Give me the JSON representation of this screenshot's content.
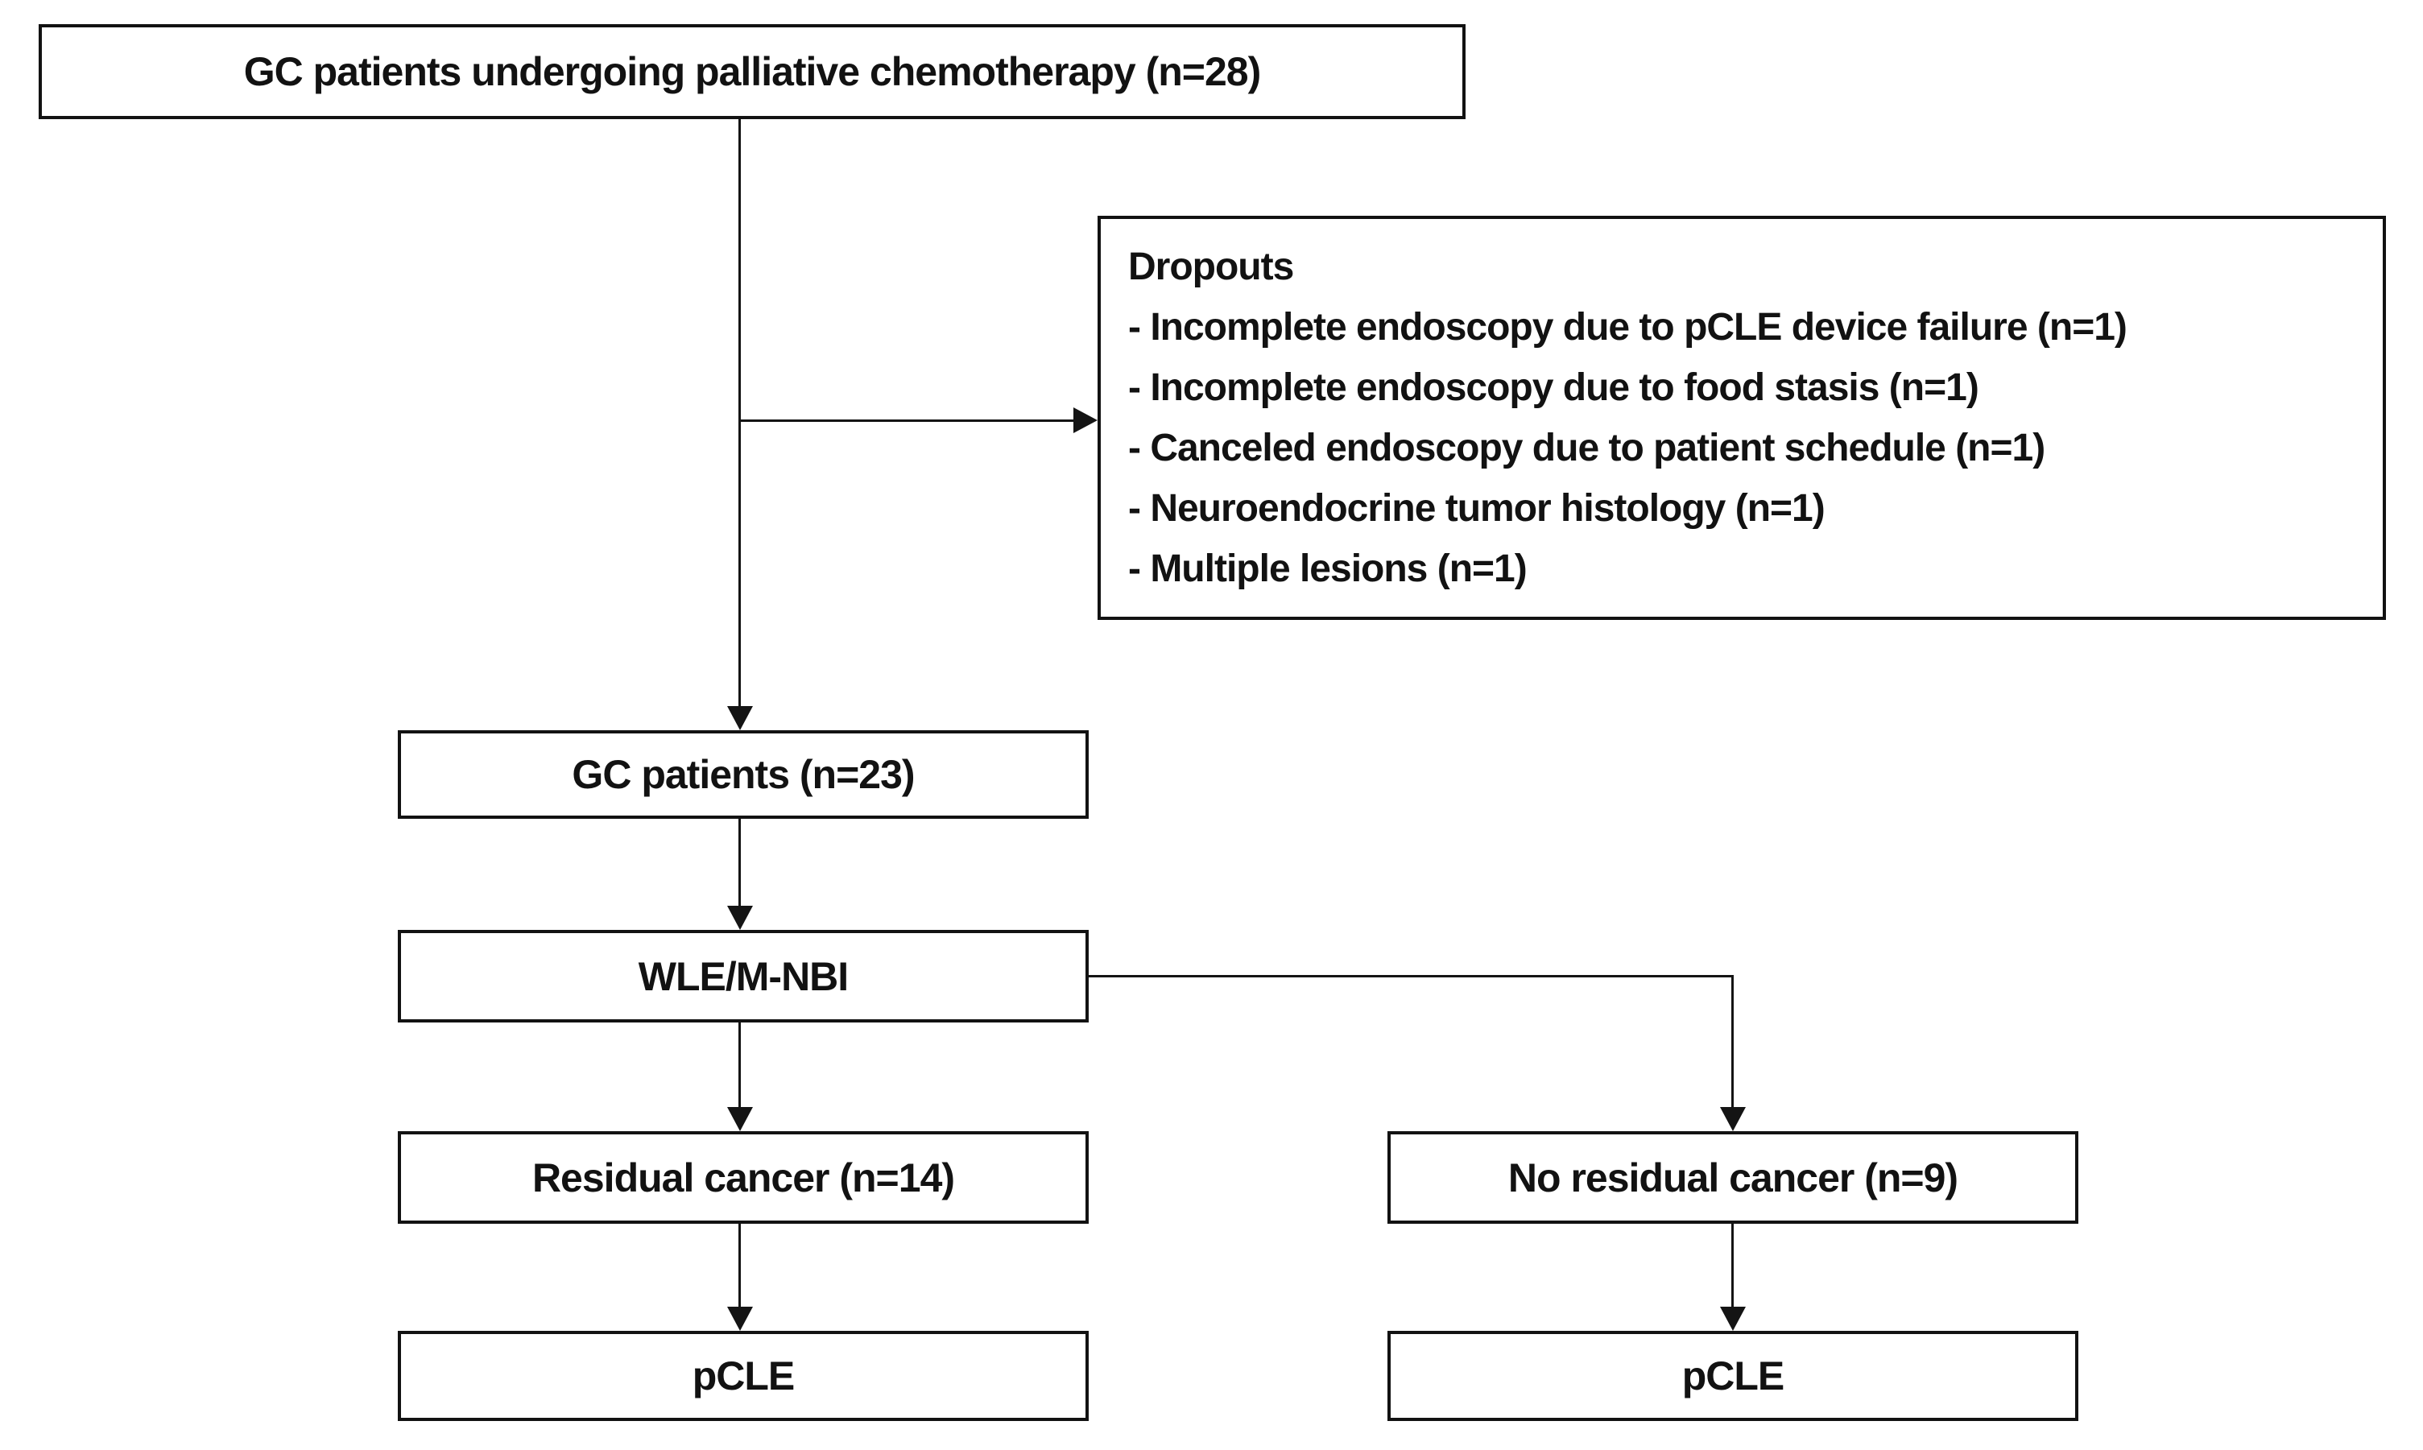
{
  "diagram": {
    "background_color": "#ffffff",
    "line_color": "#141414",
    "nodes": {
      "top": {
        "label": "GC patients undergoing palliative chemotherapy (n=28)"
      },
      "dropouts": {
        "title": "Dropouts",
        "items": [
          "- Incomplete endoscopy due to pCLE device failure (n=1)",
          "- Incomplete endoscopy due to food stasis (n=1)",
          "- Canceled endoscopy due to patient schedule (n=1)",
          "- Neuroendocrine tumor histology (n=1)",
          "- Multiple lesions (n=1)"
        ]
      },
      "gc23": {
        "label": "GC patients (n=23)"
      },
      "wle": {
        "label": "WLE/M-NBI"
      },
      "residual": {
        "label": "Residual cancer (n=14)"
      },
      "no_residual": {
        "label": "No residual cancer (n=9)"
      },
      "pcle_left": {
        "label": "pCLE"
      },
      "pcle_right": {
        "label": "pCLE"
      }
    }
  }
}
